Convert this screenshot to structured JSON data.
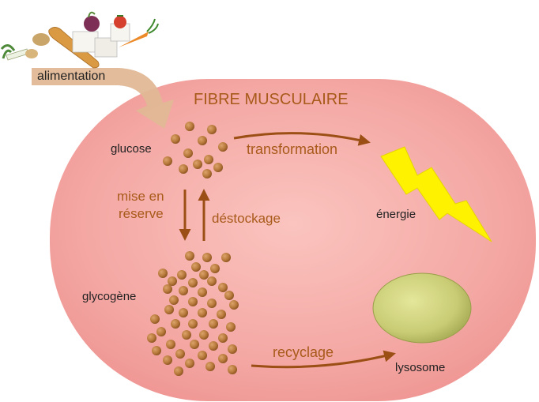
{
  "labels": {
    "food": "alimentation",
    "cell": "FIBRE MUSCULAIRE",
    "glucose": "glucose",
    "transformation": "transformation",
    "energy": "énergie",
    "storage_line1": "mise en",
    "storage_line2": "réserve",
    "release": "déstockage",
    "glycogen": "glycogène",
    "recycling": "recyclage",
    "lysosome": "lysosome"
  },
  "colors": {
    "cell_fill": "#f4a8a4",
    "cell_edge": "#e98c8a",
    "label_brown": "#a85a1a",
    "arrow_brown": "#9c4f14",
    "molecule": "#b97a3c",
    "molecule_dark": "#8a531f",
    "energy_bolt": "#fff200",
    "lysosome_fill": "#c9cc74",
    "food_arrow": "#e0b896"
  },
  "icons": [
    "food-items-icon",
    "lightning-bolt-icon"
  ]
}
